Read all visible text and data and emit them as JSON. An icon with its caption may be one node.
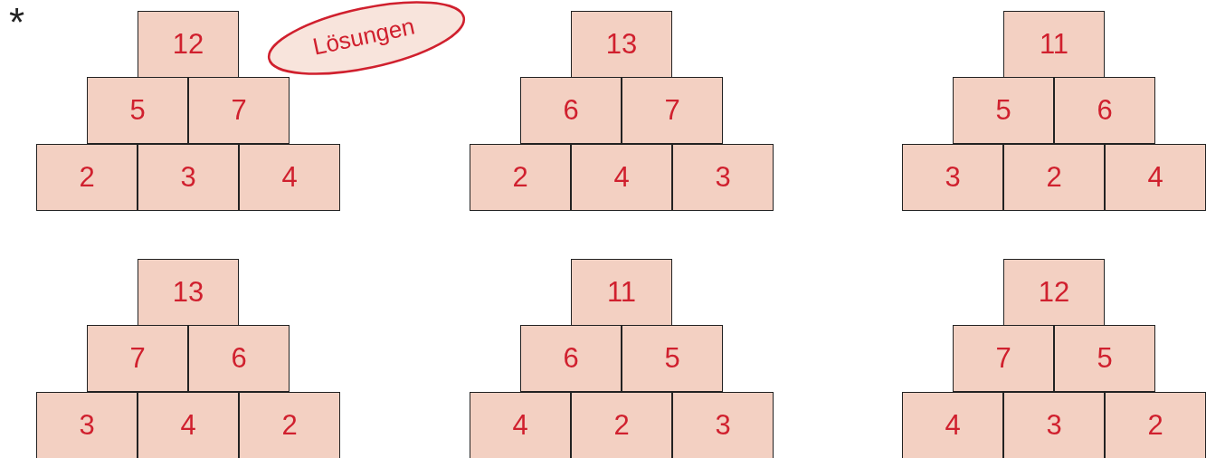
{
  "diagram": {
    "nodes": [
      {
        "text": [
          "12"
        ]
      },
      {
        "text": [
          "5"
        ]
      },
      {
        "text": [
          "7"
        ]
      },
      {
        "text": [
          "2"
        ]
      },
      {
        "text": [
          "3"
        ]
      },
      {
        "text": [
          "4"
        ]
      },
      {
        "text": [
          "Lösungen"
        ]
      },
      {
        "text": [
          "13"
        ]
      },
      {
        "text": [
          "6"
        ]
      },
      {
        "text": [
          "7"
        ]
      },
      {
        "text": [
          "2"
        ]
      },
      {
        "text": [
          "4"
        ]
      },
      {
        "text": [
          "3"
        ]
      },
      {
        "text": [
          "11"
        ]
      },
      {
        "text": [
          "5"
        ]
      },
      {
        "text": [
          "6"
        ]
      },
      {
        "text": [
          "3"
        ]
      },
      {
        "text": [
          "2"
        ]
      },
      {
        "text": [
          "4"
        ]
      },
      {
        "text": [
          "13"
        ]
      },
      {
        "text": [
          "7"
        ]
      },
      {
        "text": [
          "6"
        ]
      },
      {
        "text": [
          "3"
        ]
      },
      {
        "text": [
          "4"
        ]
      },
      {
        "text": [
          "2"
        ]
      },
      {
        "text": [
          "11"
        ]
      },
      {
        "text": [
          "6"
        ]
      },
      {
        "text": [
          "5"
        ]
      },
      {
        "text": [
          "4"
        ]
      },
      {
        "text": [
          "2"
        ]
      },
      {
        "text": [
          "3"
        ]
      },
      {
        "text": [
          "12"
        ]
      },
      {
        "text": [
          "7"
        ]
      },
      {
        "text": [
          "5"
        ]
      },
      {
        "text": [
          "4"
        ]
      },
      {
        "text": [
          "3"
        ]
      },
      {
        "text": [
          "2"
        ]
      }
    ],
    "labels": [
      "*"
    ]
  }
}
